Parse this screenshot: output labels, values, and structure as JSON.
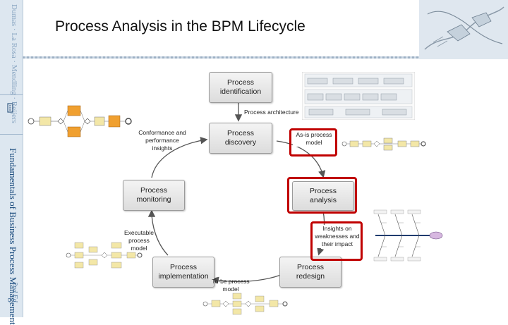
{
  "slide": {
    "title": "Process Analysis in the BPM Lifecycle"
  },
  "sidebar": {
    "top_text": "Dumas · La Rosa · Mendling · Reijers",
    "book_title": "Fundamentals of Business Process Management",
    "edition": "2nd Ed."
  },
  "lifecycle": {
    "phases": {
      "identification": "Process\nidentification",
      "discovery": "Process\ndiscovery",
      "analysis": "Process\nanalysis",
      "redesign": "Process\nredesign",
      "implementation": "Process\nimplementation",
      "monitoring": "Process\nmonitoring"
    },
    "artifacts": {
      "process_architecture": "Process architecture",
      "as_is_model": "As-is process\nmodel",
      "insights": "Insights on\nweaknesses and\ntheir impact",
      "to_be_model": "To-be process\nmodel",
      "executable_model": "Executable\nprocess\nmodel",
      "conformance": "Conformance and\nperformance\ninsights"
    },
    "highlight_color": "#c00000"
  }
}
